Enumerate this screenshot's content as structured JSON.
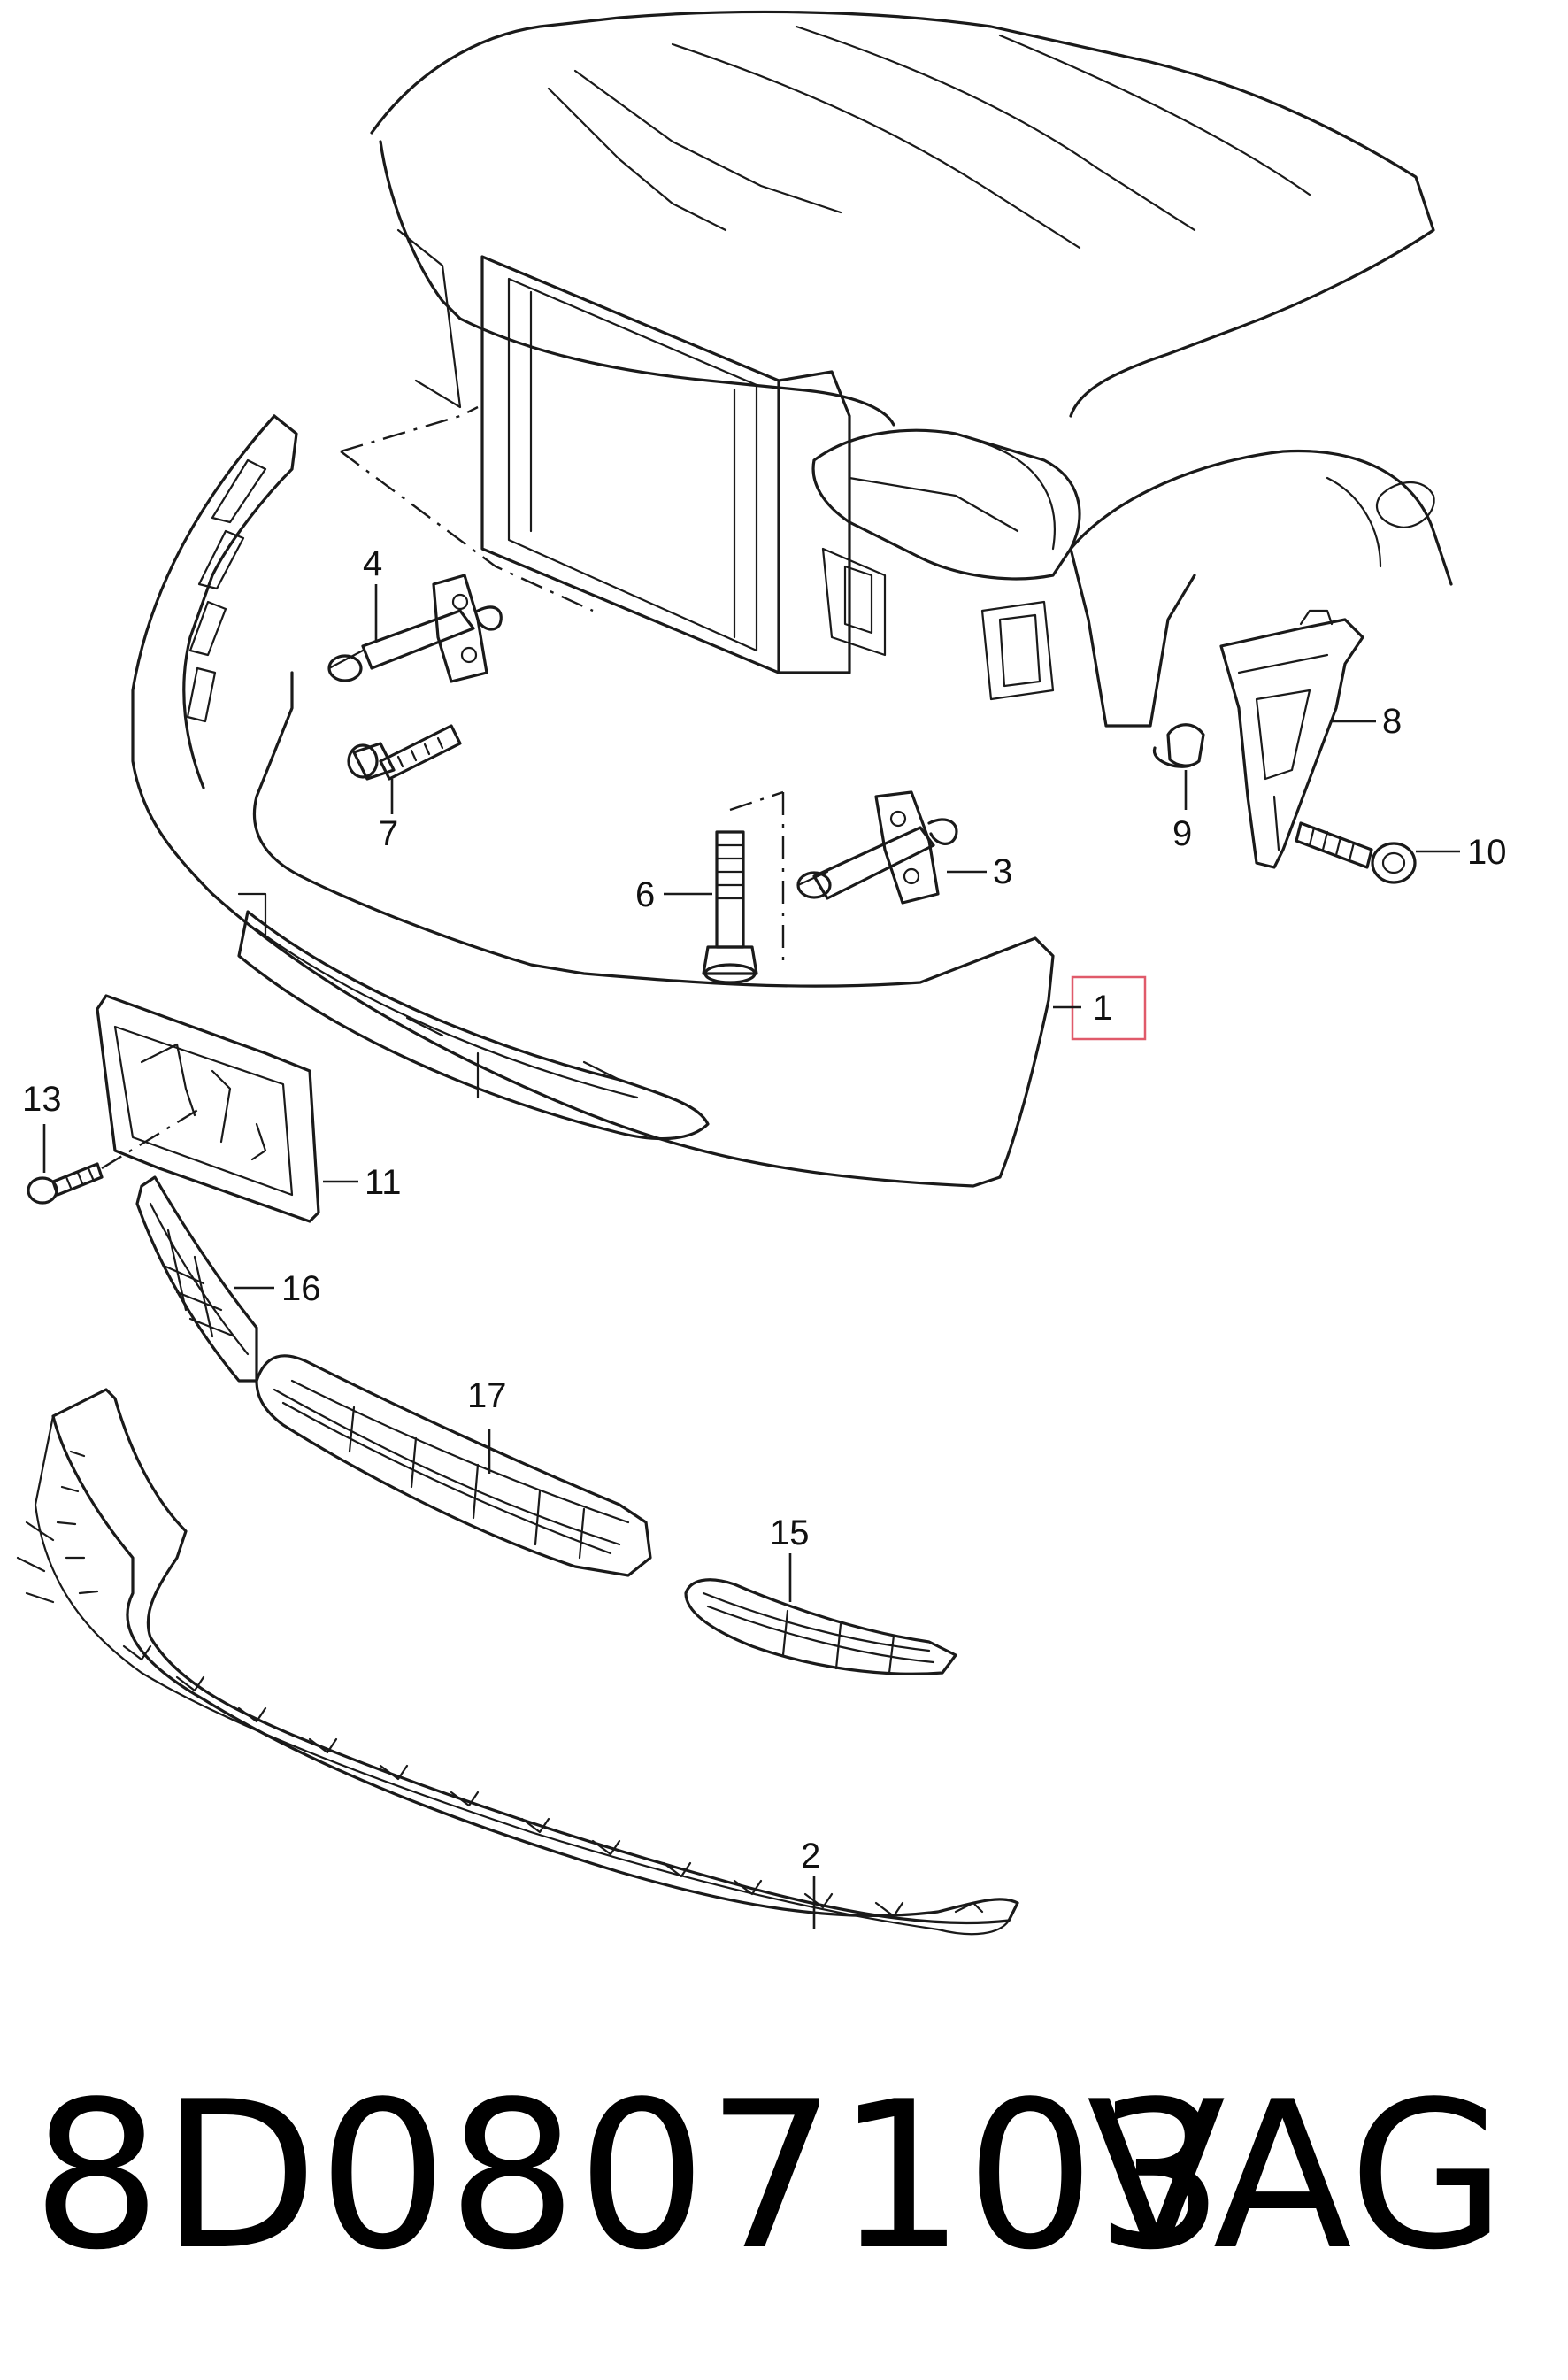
{
  "callouts": {
    "c1": "1",
    "c2": "2",
    "c3": "3",
    "c4": "4",
    "c5": "15",
    "c6": "6",
    "c7": "7",
    "c8": "8",
    "c9": "9",
    "c10": "10",
    "c11": "11",
    "c13": "13",
    "c16": "16",
    "c17": "17"
  },
  "highlight_color": "#e05a6a",
  "caption": {
    "part_number": "8D0807103",
    "brand": "VAG"
  }
}
